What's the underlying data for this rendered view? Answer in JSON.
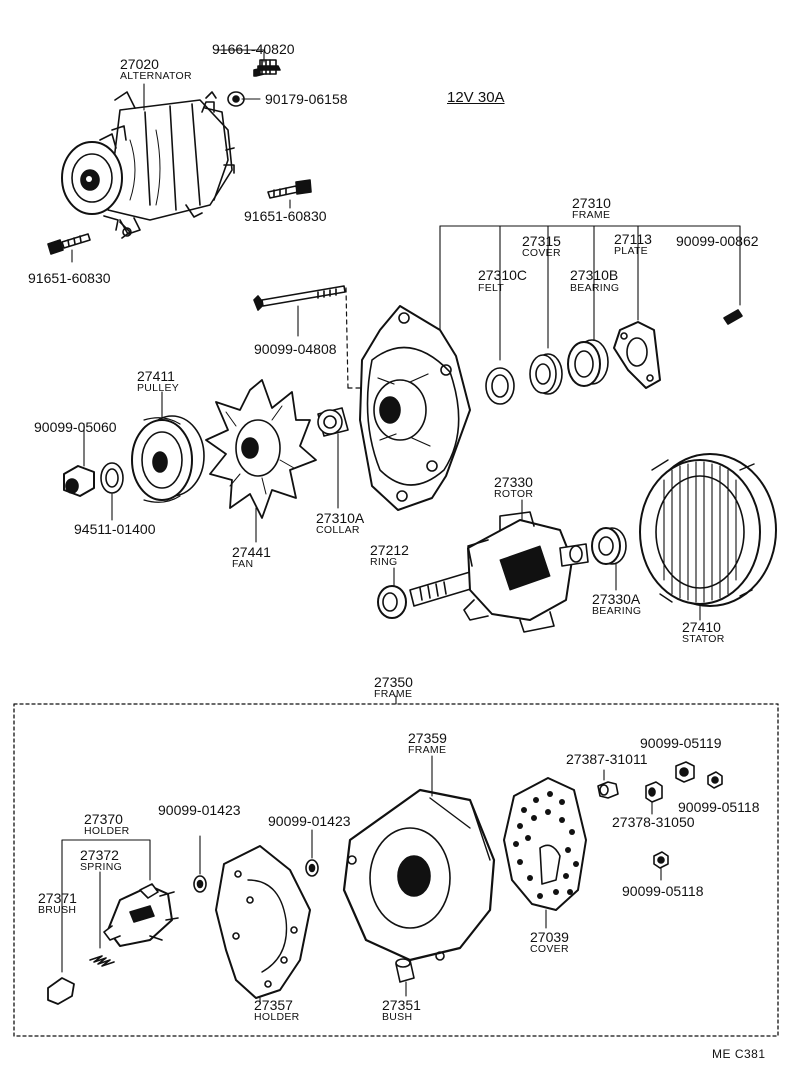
{
  "title": "12V 30A",
  "code": "ME  C381",
  "parts": {
    "p27020": {
      "num": "27020",
      "name": "ALTERNATOR"
    },
    "p91661": {
      "num": "91661-40820"
    },
    "p90179": {
      "num": "90179-06158"
    },
    "p91651a": {
      "num": "91651-60830"
    },
    "p91651b": {
      "num": "91651-60830"
    },
    "p27310": {
      "num": "27310",
      "name": "FRAME"
    },
    "p27315": {
      "num": "27315",
      "name": "COVER"
    },
    "p27113": {
      "num": "27113",
      "name": "PLATE"
    },
    "p90099_00862": {
      "num": "90099-00862"
    },
    "p27310C": {
      "num": "27310C",
      "name": "FELT"
    },
    "p27310B": {
      "num": "27310B",
      "name": "BEARING"
    },
    "p90099_04808": {
      "num": "90099-04808"
    },
    "p27411": {
      "num": "27411",
      "name": "PULLEY"
    },
    "p90099_05060": {
      "num": "90099-05060"
    },
    "p94511": {
      "num": "94511-01400"
    },
    "p27441": {
      "num": "27441",
      "name": "FAN"
    },
    "p27310A": {
      "num": "27310A",
      "name": "COLLAR"
    },
    "p27330": {
      "num": "27330",
      "name": "ROTOR"
    },
    "p27212": {
      "num": "27212",
      "name": "RING"
    },
    "p27330A": {
      "num": "27330A",
      "name": "BEARING"
    },
    "p27410": {
      "num": "27410",
      "name": "STATOR"
    },
    "p27350": {
      "num": "27350",
      "name": "FRAME"
    },
    "p27359": {
      "num": "27359",
      "name": "FRAME"
    },
    "p27387": {
      "num": "27387-31011"
    },
    "p90099_05119": {
      "num": "90099-05119"
    },
    "p27378": {
      "num": "27378-31050"
    },
    "p90099_05118a": {
      "num": "90099-05118"
    },
    "p90099_05118b": {
      "num": "90099-05118"
    },
    "p27370": {
      "num": "27370",
      "name": "HOLDER"
    },
    "p27372": {
      "num": "27372",
      "name": "SPRING"
    },
    "p27371": {
      "num": "27371",
      "name": "BRUSH"
    },
    "p90099_01423a": {
      "num": "90099-01423"
    },
    "p90099_01423b": {
      "num": "90099-01423"
    },
    "p27039": {
      "num": "27039",
      "name": "COVER"
    },
    "p27357": {
      "num": "27357",
      "name": "HOLDER"
    },
    "p27351": {
      "num": "27351",
      "name": "BUSH"
    }
  }
}
